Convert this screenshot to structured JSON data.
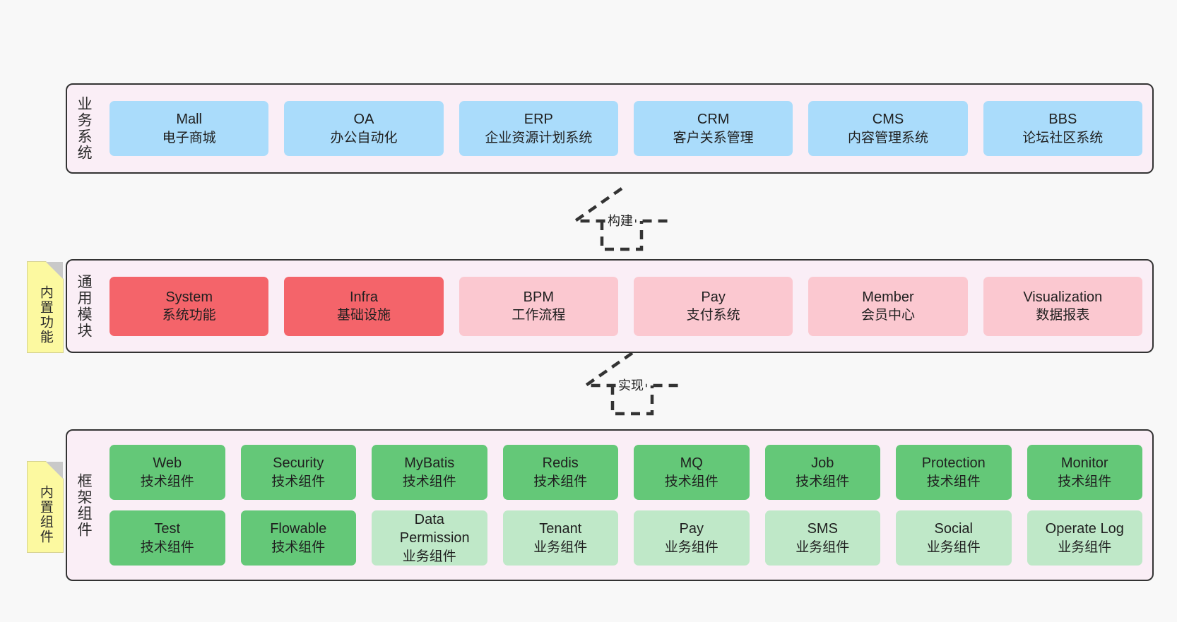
{
  "diagram": {
    "background_color": "#f8f8f8",
    "layer_fill": "#faeef6",
    "layer_border": "#333333"
  },
  "business_layer": {
    "title": "业务系统",
    "items": [
      {
        "name": "Mall",
        "desc": "电子商城",
        "color": "#aadcfb"
      },
      {
        "name": "OA",
        "desc": "办公自动化",
        "color": "#aadcfb"
      },
      {
        "name": "ERP",
        "desc": "企业资源计划系统",
        "color": "#aadcfb"
      },
      {
        "name": "CRM",
        "desc": "客户关系管理",
        "color": "#aadcfb"
      },
      {
        "name": "CMS",
        "desc": "内容管理系统",
        "color": "#aadcfb"
      },
      {
        "name": "BBS",
        "desc": "论坛社区系统",
        "color": "#aadcfb"
      }
    ]
  },
  "arrow_build": {
    "label": "构建",
    "style": "dashed-generalization-up"
  },
  "module_layer": {
    "title": "通用模块",
    "note": "内置功能",
    "items": [
      {
        "name": "System",
        "desc": "系统功能",
        "color": "#f4646a"
      },
      {
        "name": "Infra",
        "desc": "基础设施",
        "color": "#f4646a"
      },
      {
        "name": "BPM",
        "desc": "工作流程",
        "color": "#fbc8d0"
      },
      {
        "name": "Pay",
        "desc": "支付系统",
        "color": "#fbc8d0"
      },
      {
        "name": "Member",
        "desc": "会员中心",
        "color": "#fbc8d0"
      },
      {
        "name": "Visualization",
        "desc": "数据报表",
        "color": "#fbc8d0"
      }
    ]
  },
  "arrow_impl": {
    "label": "实现",
    "style": "dashed-generalization-up"
  },
  "framework_layer": {
    "title": "框架组件",
    "note": "内置组件",
    "row1": [
      {
        "name": "Web",
        "desc": "技术组件",
        "color": "#64c878"
      },
      {
        "name": "Security",
        "desc": "技术组件",
        "color": "#64c878"
      },
      {
        "name": "MyBatis",
        "desc": "技术组件",
        "color": "#64c878"
      },
      {
        "name": "Redis",
        "desc": "技术组件",
        "color": "#64c878"
      },
      {
        "name": "MQ",
        "desc": "技术组件",
        "color": "#64c878"
      },
      {
        "name": "Job",
        "desc": "技术组件",
        "color": "#64c878"
      },
      {
        "name": "Protection",
        "desc": "技术组件",
        "color": "#64c878"
      },
      {
        "name": "Monitor",
        "desc": "技术组件",
        "color": "#64c878"
      }
    ],
    "row2": [
      {
        "name": "Test",
        "desc": "技术组件",
        "color": "#64c878"
      },
      {
        "name": "Flowable",
        "desc": "技术组件",
        "color": "#64c878"
      },
      {
        "name": "Data Permission",
        "desc": "业务组件",
        "color": "#bfe8c8"
      },
      {
        "name": "Tenant",
        "desc": "业务组件",
        "color": "#bfe8c8"
      },
      {
        "name": "Pay",
        "desc": "业务组件",
        "color": "#bfe8c8"
      },
      {
        "name": "SMS",
        "desc": "业务组件",
        "color": "#bfe8c8"
      },
      {
        "name": "Social",
        "desc": "业务组件",
        "color": "#bfe8c8"
      },
      {
        "name": "Operate Log",
        "desc": "业务组件",
        "color": "#bfe8c8"
      }
    ]
  }
}
